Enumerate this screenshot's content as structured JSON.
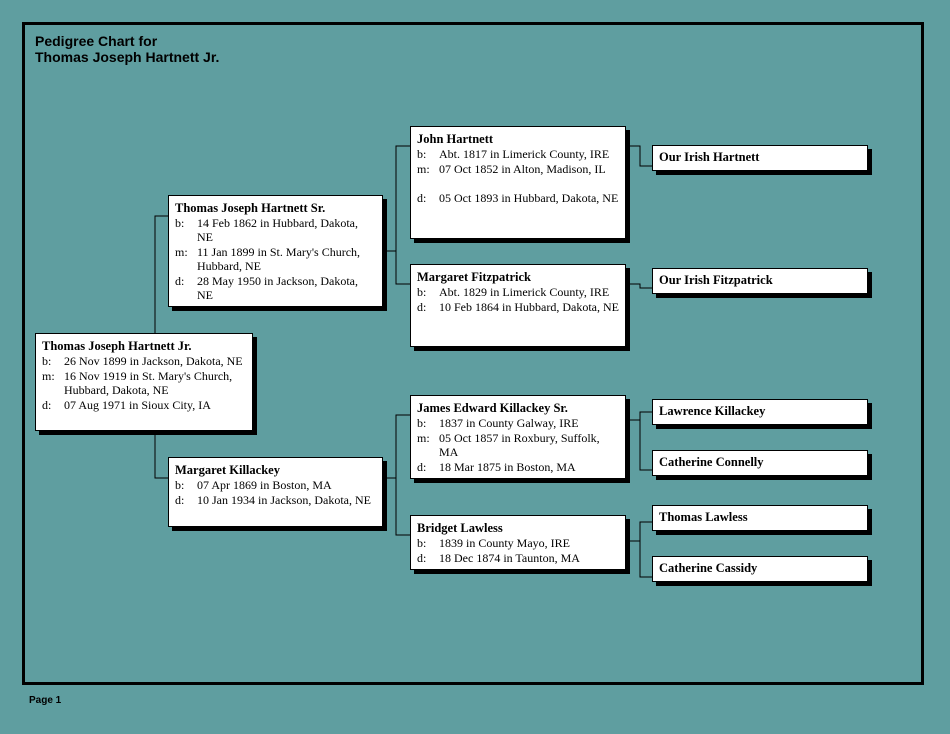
{
  "title": {
    "line1": "Pedigree Chart for",
    "line2": "Thomas Joseph Hartnett Jr."
  },
  "footer": {
    "page": "Page 1"
  },
  "people": {
    "root": {
      "name": "Thomas Joseph Hartnett Jr.",
      "events": [
        {
          "key": "b:",
          "text": "26 Nov 1899 in Jackson, Dakota, NE"
        },
        {
          "key": "m:",
          "text": "16 Nov 1919 in St. Mary's Church, Hubbard, Dakota, NE"
        },
        {
          "key": "d:",
          "text": "07 Aug 1971 in Sioux City, IA"
        }
      ]
    },
    "father": {
      "name": "Thomas Joseph Hartnett Sr.",
      "events": [
        {
          "key": "b:",
          "text": "14 Feb 1862 in Hubbard, Dakota, NE"
        },
        {
          "key": "m:",
          "text": "11 Jan 1899 in St. Mary's Church, Hubbard, NE"
        },
        {
          "key": "d:",
          "text": "28 May 1950 in Jackson, Dakota, NE"
        }
      ]
    },
    "mother": {
      "name": "Margaret Killackey",
      "events": [
        {
          "key": "b:",
          "text": "07 Apr 1869 in Boston, MA"
        },
        {
          "key": "d:",
          "text": "10 Jan 1934 in Jackson, Dakota, NE"
        }
      ]
    },
    "ff": {
      "name": "John Hartnett",
      "events": [
        {
          "key": "b:",
          "text": "Abt. 1817 in Limerick County, IRE"
        },
        {
          "key": "m:",
          "text": "07 Oct 1852 in Alton, Madison, IL"
        },
        {
          "key": "d:",
          "text": "05 Oct 1893 in Hubbard, Dakota, NE"
        }
      ]
    },
    "fm": {
      "name": "Margaret Fitzpatrick",
      "events": [
        {
          "key": "b:",
          "text": "Abt. 1829 in Limerick County, IRE"
        },
        {
          "key": "d:",
          "text": "10 Feb 1864 in Hubbard, Dakota, NE"
        }
      ]
    },
    "mf": {
      "name": "James Edward Killackey Sr.",
      "events": [
        {
          "key": "b:",
          "text": "1837 in County Galway, IRE"
        },
        {
          "key": "m:",
          "text": "05 Oct 1857 in Roxbury, Suffolk, MA"
        },
        {
          "key": "d:",
          "text": "18 Mar 1875 in Boston, MA"
        }
      ]
    },
    "mm": {
      "name": "Bridget Lawless",
      "events": [
        {
          "key": "b:",
          "text": "1839 in County Mayo, IRE"
        },
        {
          "key": "d:",
          "text": "18 Dec 1874 in Taunton, MA"
        }
      ]
    }
  },
  "leaves": {
    "ff": "Our Irish Hartnett",
    "fm": "Our Irish Fitzpatrick",
    "mf_f": "Lawrence Killackey",
    "mf_m": "Catherine Connelly",
    "mm_f": "Thomas Lawless",
    "mm_m": "Catherine Cassidy"
  }
}
